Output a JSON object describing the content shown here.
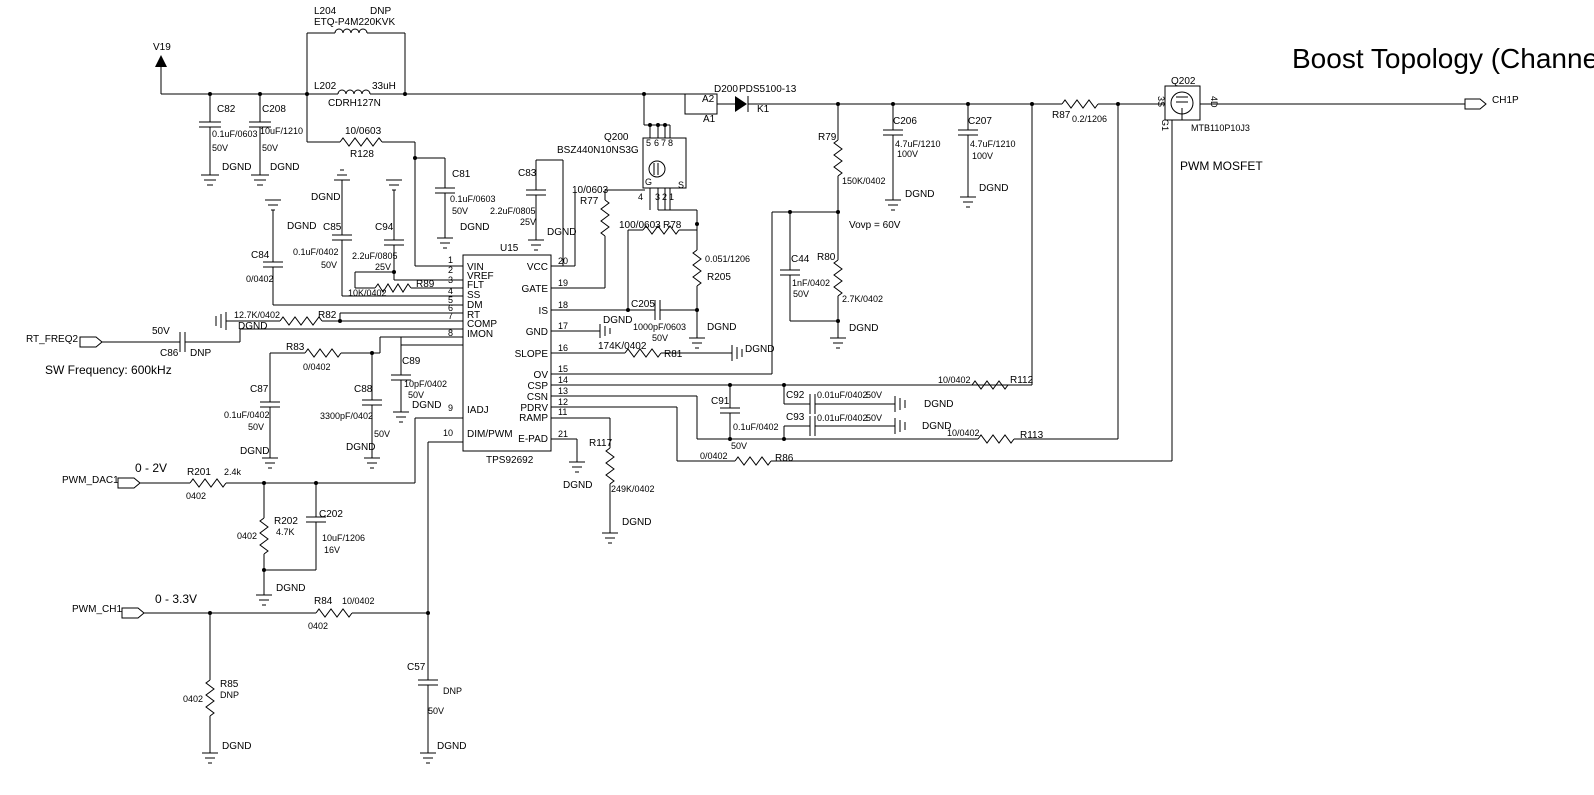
{
  "title": "Boost Topology (Channe",
  "notes": {
    "sw_freq": "SW Frequency: 600kHz",
    "vovp": "Vovp = 60V",
    "pwm_mosfet": "PWM MOSFET",
    "range_dac": "0 - 2V",
    "range_ch1": "0 - 3.3V"
  },
  "nets": {
    "v19": "V19",
    "rt_freq2": "RT_FREQ2",
    "pwm_dac1": "PWM_DAC1",
    "pwm_ch1": "PWM_CH1",
    "ch1p": "CH1P",
    "dgnd": "DGND"
  },
  "ic": {
    "ref": "U15",
    "part": "TPS92692",
    "left_pins": [
      {
        "num": "1",
        "name": "VIN"
      },
      {
        "num": "2",
        "name": "VREF"
      },
      {
        "num": "3",
        "name": "FLT"
      },
      {
        "num": "4",
        "name": "SS"
      },
      {
        "num": "5",
        "name": "DM"
      },
      {
        "num": "6",
        "name": "RT"
      },
      {
        "num": "7",
        "name": "COMP"
      },
      {
        "num": "8",
        "name": "IMON"
      },
      {
        "num": "9",
        "name": "IADJ"
      },
      {
        "num": "10",
        "name": "DIM/PWM"
      }
    ],
    "right_pins": [
      {
        "num": "20",
        "name": "VCC"
      },
      {
        "num": "19",
        "name": "GATE"
      },
      {
        "num": "18",
        "name": "IS"
      },
      {
        "num": "17",
        "name": "GND"
      },
      {
        "num": "16",
        "name": "SLOPE"
      },
      {
        "num": "15",
        "name": "OV"
      },
      {
        "num": "14",
        "name": "CSP"
      },
      {
        "num": "13",
        "name": "CSN"
      },
      {
        "num": "12",
        "name": "PDRV"
      },
      {
        "num": "11",
        "name": "RAMP"
      },
      {
        "num": "21",
        "name": "E-PAD"
      }
    ]
  },
  "inductors": {
    "l204": {
      "ref": "L204",
      "value": "ETQ-P4M220KVK",
      "note": "DNP"
    },
    "l202": {
      "ref": "L202",
      "value": "CDRH127N",
      "ind": "33uH"
    }
  },
  "diode": {
    "ref": "D200",
    "part": "PDS5100-13",
    "a2": "A2",
    "a1": "A1",
    "k1": "K1"
  },
  "mosfets": {
    "q200": {
      "ref": "Q200",
      "part": "BSZ440N10NS3G",
      "pins_top": [
        "5",
        "6",
        "7",
        "8"
      ],
      "pins_bot": [
        "4",
        "3",
        "2",
        "1"
      ],
      "g": "G",
      "s": "S"
    },
    "q202": {
      "ref": "Q202",
      "part": "MTB110P10J3",
      "s": "3S",
      "d": "4D",
      "g": "G1"
    }
  },
  "caps": {
    "c82": {
      "ref": "C82",
      "value": "0.1uF/0603",
      "volt": "50V"
    },
    "c208": {
      "ref": "C208",
      "value": "10uF/1210",
      "volt": "50V"
    },
    "c81": {
      "ref": "C81",
      "value": "0.1uF/0603",
      "volt": "50V"
    },
    "c83": {
      "ref": "C83",
      "value": "2.2uF/0805",
      "volt": "25V"
    },
    "c85": {
      "ref": "C85",
      "value": "0.1uF/0402",
      "volt": "50V"
    },
    "c94": {
      "ref": "C94",
      "value": "2.2uF/0805",
      "volt": "25V"
    },
    "c84": {
      "ref": "C84",
      "value": "0/0402"
    },
    "c86": {
      "ref": "C86",
      "value": "DNP",
      "volt": "50V"
    },
    "c87": {
      "ref": "C87",
      "value": "0.1uF/0402",
      "volt": "50V"
    },
    "c88": {
      "ref": "C88",
      "value": "3300pF/0402",
      "volt": "50V"
    },
    "c89": {
      "ref": "C89",
      "value": "10pF/0402",
      "volt": "50V"
    },
    "c205": {
      "ref": "C205",
      "value": "1000pF/0603",
      "volt": "50V"
    },
    "c206": {
      "ref": "C206",
      "value": "4.7uF/1210",
      "volt": "100V"
    },
    "c207": {
      "ref": "C207",
      "value": "4.7uF/1210",
      "volt": "100V"
    },
    "c44": {
      "ref": "C44",
      "value": "1nF/0402",
      "volt": "50V"
    },
    "c91": {
      "ref": "C91",
      "value": "0.1uF/0402",
      "volt": "50V"
    },
    "c92": {
      "ref": "C92",
      "value": "0.01uF/0402",
      "volt": "50V"
    },
    "c93": {
      "ref": "C93",
      "value": "0.01uF/0402",
      "volt": "50V"
    },
    "c202": {
      "ref": "C202",
      "value": "10uF/1206",
      "volt": "16V"
    },
    "c57": {
      "ref": "C57",
      "value": "DNP",
      "volt": "50V"
    }
  },
  "resistors": {
    "r128": {
      "ref": "R128",
      "value": "10/0603"
    },
    "r89": {
      "ref": "R89",
      "value": "10K/0402"
    },
    "r82": {
      "ref": "R82",
      "value": "12.7K/0402"
    },
    "r83": {
      "ref": "R83",
      "value": "0/0402"
    },
    "r77": {
      "ref": "R77",
      "value": "10/0603"
    },
    "r78": {
      "ref": "R78",
      "value": "100/0603"
    },
    "r205": {
      "ref": "R205",
      "value": "0.051/1206"
    },
    "r81": {
      "ref": "R81",
      "value": "174K/0402"
    },
    "r79": {
      "ref": "R79",
      "value": "150K/0402"
    },
    "r80": {
      "ref": "R80",
      "value": "2.7K/0402"
    },
    "r87": {
      "ref": "R87",
      "value": "0.2/1206"
    },
    "r112": {
      "ref": "R112",
      "value": "10/0402"
    },
    "r113": {
      "ref": "R113",
      "value": "10/0402"
    },
    "r86": {
      "ref": "R86",
      "value": "0/0402"
    },
    "r117": {
      "ref": "R117",
      "value": "249K/0402"
    },
    "r201": {
      "ref": "R201",
      "value": "2.4k",
      "pkg": "0402"
    },
    "r202": {
      "ref": "R202",
      "value": "4.7K",
      "pkg": "0402"
    },
    "r84": {
      "ref": "R84",
      "value": "10/0402",
      "pkg": "0402"
    },
    "r85": {
      "ref": "R85",
      "value": "DNP",
      "pkg": "0402"
    }
  }
}
